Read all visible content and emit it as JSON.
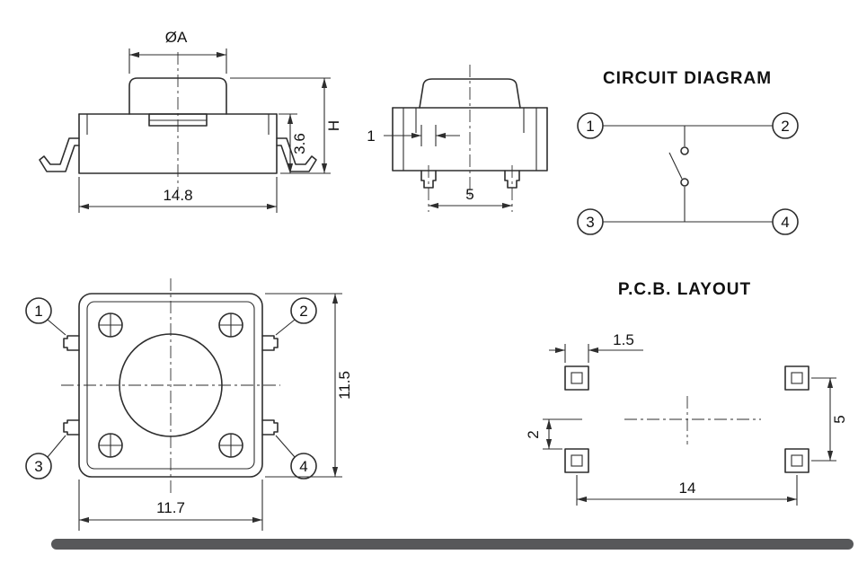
{
  "front_view": {
    "dim_actuator_diameter": "ØA",
    "dim_total_height": "H",
    "dim_base_height": "3.6",
    "dim_width": "14.8"
  },
  "side_view": {
    "dim_terminal_width": "1",
    "dim_terminal_pitch": "5"
  },
  "circuit_diagram": {
    "title": "CIRCUIT DIAGRAM",
    "pins": [
      "1",
      "2",
      "3",
      "4"
    ]
  },
  "top_view": {
    "callouts": [
      "1",
      "2",
      "3",
      "4"
    ],
    "dim_height": "11.5",
    "dim_width": "11.7"
  },
  "pcb_layout": {
    "title": "P.C.B. LAYOUT",
    "dim_pad_width": "1.5",
    "dim_pad_offset": "2",
    "dim_row_pitch": "5",
    "dim_column_pitch": "14"
  },
  "colors": {
    "line": "#2e2e2e",
    "text": "#111111",
    "footer_bar": "#57585a"
  }
}
